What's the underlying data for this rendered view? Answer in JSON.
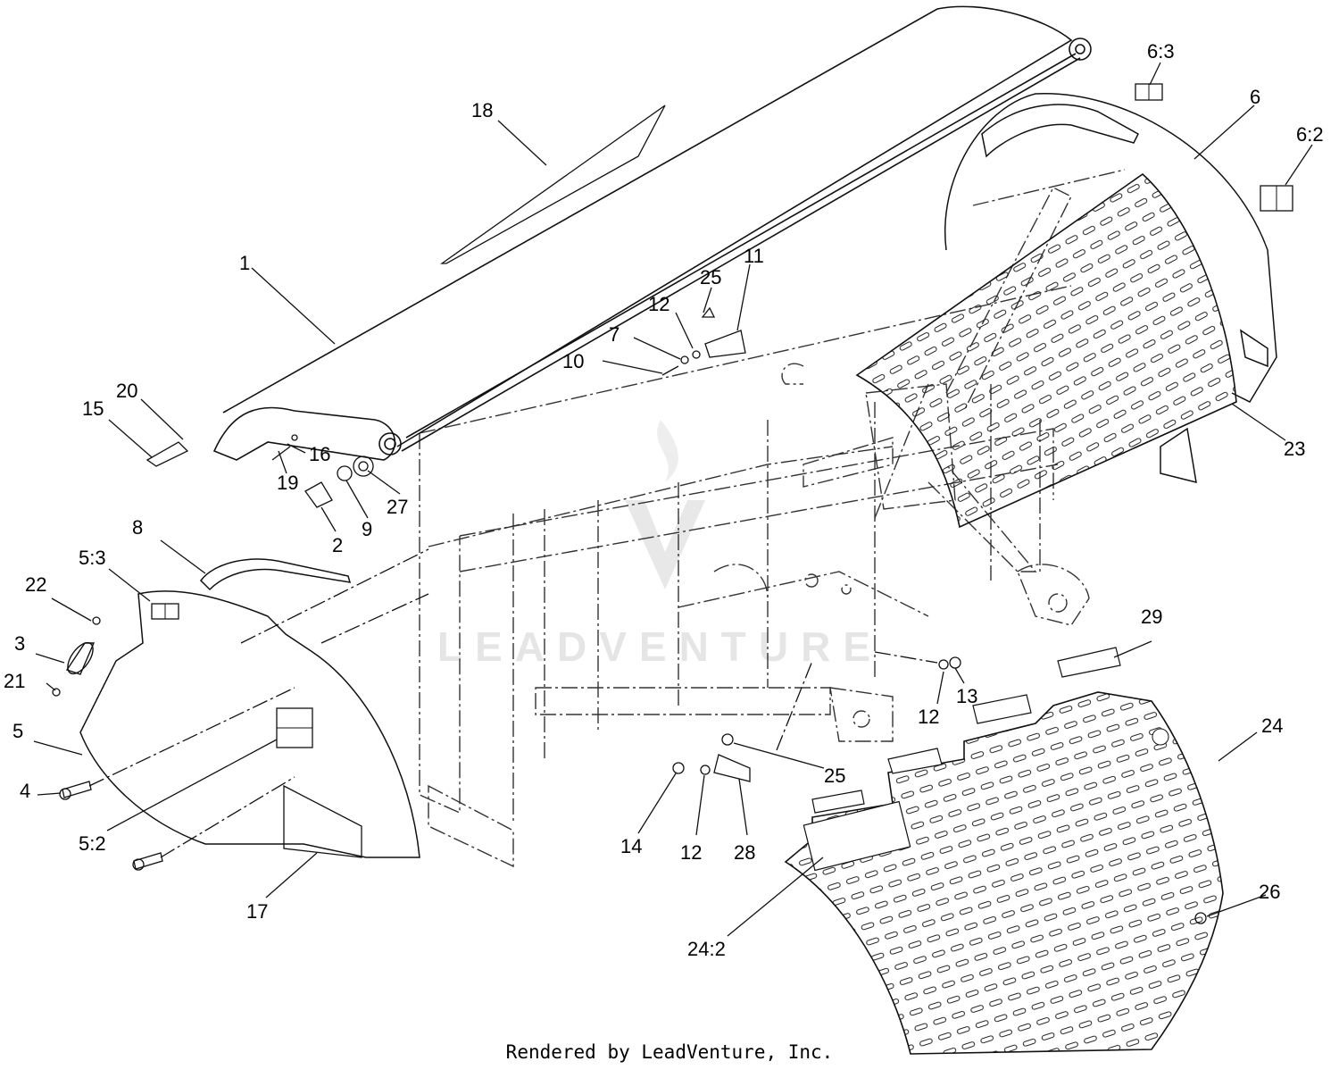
{
  "watermark": {
    "brand": "LEADVENTURE"
  },
  "footer": {
    "credit": "Rendered by LeadVenture, Inc."
  },
  "callouts": [
    {
      "id": "c18",
      "label": "18"
    },
    {
      "id": "c6-3",
      "label": "6:3"
    },
    {
      "id": "c6",
      "label": "6"
    },
    {
      "id": "c6-2",
      "label": "6:2"
    },
    {
      "id": "c1",
      "label": "1"
    },
    {
      "id": "c25a",
      "label": "25"
    },
    {
      "id": "c11",
      "label": "11"
    },
    {
      "id": "c12a",
      "label": "12"
    },
    {
      "id": "c7",
      "label": "7"
    },
    {
      "id": "c10",
      "label": "10"
    },
    {
      "id": "c20",
      "label": "20"
    },
    {
      "id": "c15",
      "label": "15"
    },
    {
      "id": "c16",
      "label": "16"
    },
    {
      "id": "c19",
      "label": "19"
    },
    {
      "id": "c27",
      "label": "27"
    },
    {
      "id": "c9",
      "label": "9"
    },
    {
      "id": "c2",
      "label": "2"
    },
    {
      "id": "c23",
      "label": "23"
    },
    {
      "id": "c8",
      "label": "8"
    },
    {
      "id": "c5-3",
      "label": "5:3"
    },
    {
      "id": "c22",
      "label": "22"
    },
    {
      "id": "c3",
      "label": "3"
    },
    {
      "id": "c21",
      "label": "21"
    },
    {
      "id": "c5",
      "label": "5"
    },
    {
      "id": "c4",
      "label": "4"
    },
    {
      "id": "c5-2",
      "label": "5:2"
    },
    {
      "id": "c17",
      "label": "17"
    },
    {
      "id": "c29",
      "label": "29"
    },
    {
      "id": "c12b",
      "label": "12"
    },
    {
      "id": "c13",
      "label": "13"
    },
    {
      "id": "c24",
      "label": "24"
    },
    {
      "id": "c25b",
      "label": "25"
    },
    {
      "id": "c14",
      "label": "14"
    },
    {
      "id": "c12c",
      "label": "12"
    },
    {
      "id": "c28",
      "label": "28"
    },
    {
      "id": "c26",
      "label": "26"
    },
    {
      "id": "c24-2",
      "label": "24:2"
    }
  ]
}
